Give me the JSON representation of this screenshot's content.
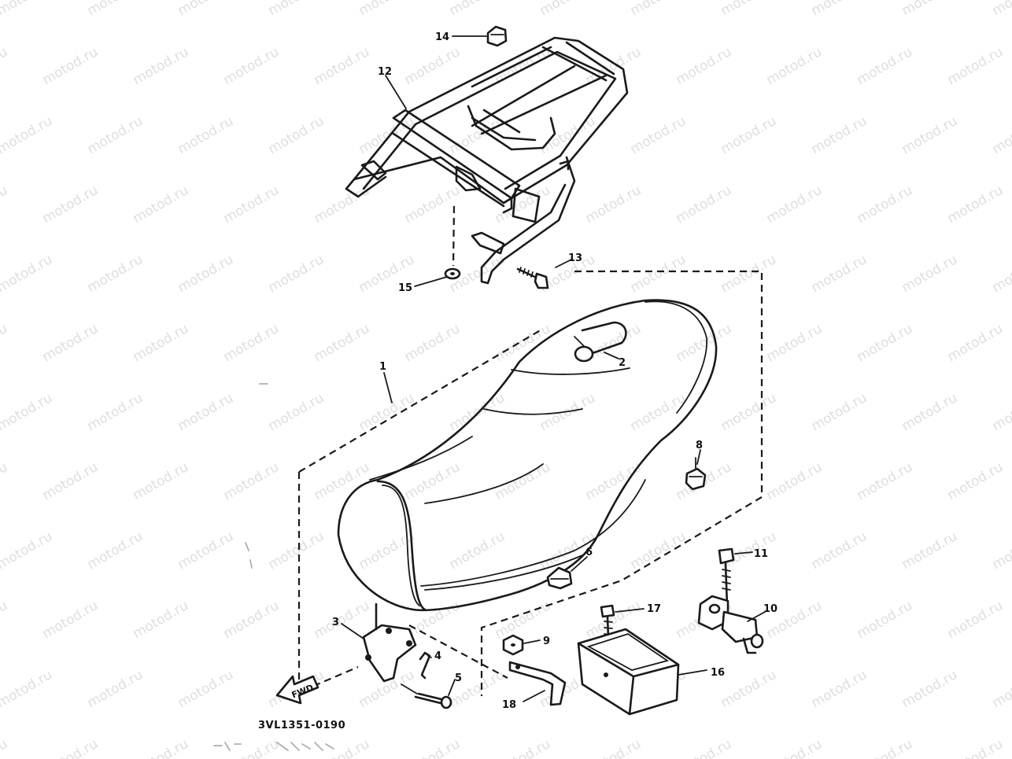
{
  "watermark": "motod.ru",
  "diagram_code": "3VL1351-0190",
  "fwd_label": "FWD",
  "callouts": {
    "c1": "1",
    "c2": "2",
    "c3": "3",
    "c4": "4",
    "c5": "5",
    "c6": "6",
    "c8": "8",
    "c9": "9",
    "c10": "10",
    "c11": "11",
    "c12": "12",
    "c13": "13",
    "c14": "14",
    "c15": "15",
    "c16": "16",
    "c17": "17",
    "c18": "18"
  }
}
